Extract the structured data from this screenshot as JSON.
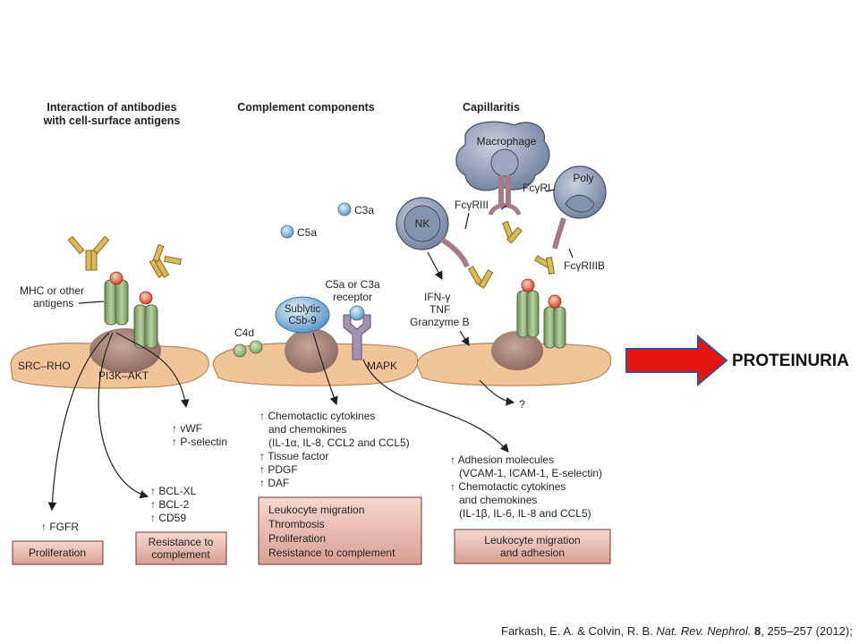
{
  "headers": {
    "antibodies": [
      "Interaction of antibodies",
      "with cell-surface antigens"
    ],
    "complement": "Complement components",
    "capillaritis": "Capillaritis"
  },
  "cell_labels": {
    "mhc": [
      "MHC or other",
      "antigens"
    ],
    "src_rho": "SRC–RHO",
    "pi3k_akt": "PI3K–AKT",
    "c4d": "C4d",
    "sublytic": [
      "Sublytic",
      "C5b-9"
    ],
    "receptor": [
      "C5a or C3a",
      "receptor"
    ],
    "mapk": "MAPK",
    "c5a": "C5a",
    "c3a": "C3a",
    "macrophage": "Macrophage",
    "nk": "NK",
    "poly": "Poly",
    "fcgriii": "FcγRIII",
    "fcgri": "FcγRI",
    "fcgriiib": "FcγRIIIB",
    "cytokines_nk": [
      "IFN-γ",
      "TNF",
      "Granzyme B"
    ],
    "question": "?"
  },
  "effects": {
    "vwf": [
      "↑ vWF",
      "↑ P-selectin"
    ],
    "bcl": [
      "↑ BCL-XL",
      "↑ BCL-2",
      "↑ CD59"
    ],
    "fgfr": "↑ FGFR",
    "complement_effects": [
      "↑ Chemotactic cytokines",
      "and chemokines",
      "(IL-1α, IL-8, CCL2 and CCL5)",
      "↑ Tissue factor",
      "↑ PDGF",
      "↑ DAF"
    ],
    "capillaritis_effects": [
      "↑ Adhesion molecules",
      "(VCAM-1, ICAM-1, E-selectin)",
      "↑ Chemotactic cytokines",
      "and chemokines",
      "(IL-1β, IL-6, IL-8 and CCL5)"
    ]
  },
  "outcome_boxes": {
    "proliferation": "Proliferation",
    "resistance": [
      "Resistance to",
      "complement"
    ],
    "leukocyte_list": [
      "Leukocyte migration",
      "Thrombosis",
      "Proliferation",
      "Resistance to complement"
    ],
    "leukocyte_adhesion": [
      "Leukocyte migration",
      "and adhesion"
    ]
  },
  "result": "PROTEINURIA",
  "citation": {
    "authors": "Farkash, E. A. & Colvin, R. B. ",
    "journal": "Nat. Rev. Nephrol.",
    "volume": " 8",
    "rest": ", 255–257 (2012);"
  },
  "colors": {
    "cell": "#f2c49a",
    "nucleus": "#a07a6e",
    "antigen": "#8fac78",
    "antibody": "#c9a74e",
    "immune_cell": "#8594ad",
    "receptor": "#a393b3",
    "outcome_box": "#e5b7ae",
    "arrow": "#e8140f"
  }
}
